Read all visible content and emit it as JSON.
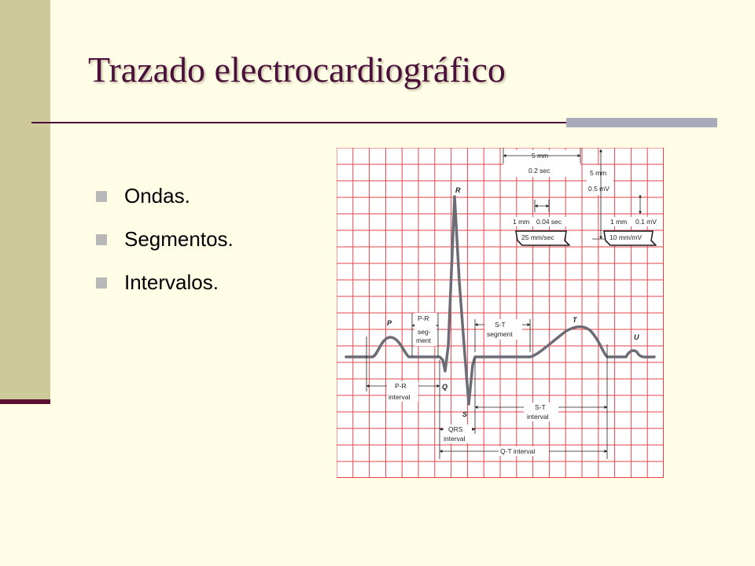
{
  "slide": {
    "title": "Trazado electrocardiográfico",
    "bullets": [
      "Ondas.",
      "Segmentos.",
      "Intervalos."
    ]
  },
  "ecg": {
    "waves": {
      "p": "P",
      "q": "Q",
      "r": "R",
      "s": "S",
      "t": "T",
      "u": "U"
    },
    "scale": {
      "top_width_mm": "5 mm",
      "top_width_sec": "0.2 sec",
      "top_height_mm": "5 mm",
      "top_height_mv": "0.5 mV",
      "small_width_mm": "1 mm",
      "small_width_sec": "0.04 sec",
      "small_height_mm": "1 mm",
      "small_height_mv": "0.1 mV",
      "speed": "25 mm/sec",
      "gain": "10 mm/mV"
    },
    "labels": {
      "pr_segment_1": "P-R",
      "pr_segment_2": "seg-",
      "pr_segment_3": "ment",
      "st_segment_1": "S-T",
      "st_segment_2": "segment",
      "pr_interval_1": "P-R",
      "pr_interval_2": "interval",
      "qrs_interval_1": "QRS",
      "qrs_interval_2": "interval",
      "st_interval_1": "S-T",
      "st_interval_2": "interval",
      "qt_interval": "Q-T  interval"
    },
    "colors": {
      "grid": "#e8434d",
      "trace": "#6c6c76",
      "title": "#4a0f3a",
      "sidebar": "#cdc999"
    }
  }
}
